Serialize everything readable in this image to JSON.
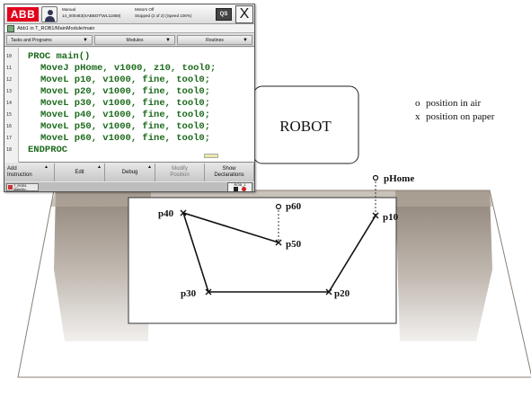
{
  "pendant": {
    "logo": "ABB",
    "status": {
      "mode": "Manual",
      "system": "14_000483(SABBOT\\WL11868)",
      "motors": "Motors Off",
      "stopped": "Stopped (2 of 2) (Speed 100%)"
    },
    "quick_label": "QS",
    "close_label": "X",
    "task_path": "Abb1 in T_ROB1/MainModule/main",
    "tabs": [
      "Tasks and Programs",
      "Modules",
      "Routines"
    ],
    "line_numbers": [
      "10",
      "11",
      "12",
      "13",
      "14",
      "15",
      "16",
      "17",
      "18"
    ],
    "code": [
      "PROC main()",
      "MoveJ pHome, v1000, z10, tool0;",
      "MoveL p10, v1000, fine, tool0;",
      "MoveL p20, v1000, fine, tool0;",
      "MoveL p30, v1000, fine, tool0;",
      "MoveL p40, v1000, fine, tool0;",
      "MoveL p50, v1000, fine, tool0;",
      "MoveL p60, v1000, fine, tool0;",
      "ENDPROC"
    ],
    "toolbar": {
      "add_line1": "Add",
      "add_line2": "Instruction",
      "edit": "Edit",
      "debug": "Debug",
      "modify_line1": "Modify",
      "modify_line2": "Position",
      "show_line1": "Show",
      "show_line2": "Declarations"
    },
    "taskbar_tab_line1": "T_ROB1",
    "taskbar_tab_line2": "MainMo...",
    "speed_badge": "ROB_1"
  },
  "scene": {
    "robot_label": "ROBOT",
    "legend": [
      {
        "symbol": "o",
        "text": "position in air"
      },
      {
        "symbol": "x",
        "text": "position on paper"
      }
    ],
    "points": {
      "phome": "pHome",
      "p10": "p10",
      "p20": "p20",
      "p30": "p30",
      "p40": "p40",
      "p50": "p50",
      "p60": "p60"
    }
  },
  "colors": {
    "abb_red": "#e3001b",
    "code_green": "#1c6b1c",
    "table_gray": "#9a8f84"
  }
}
